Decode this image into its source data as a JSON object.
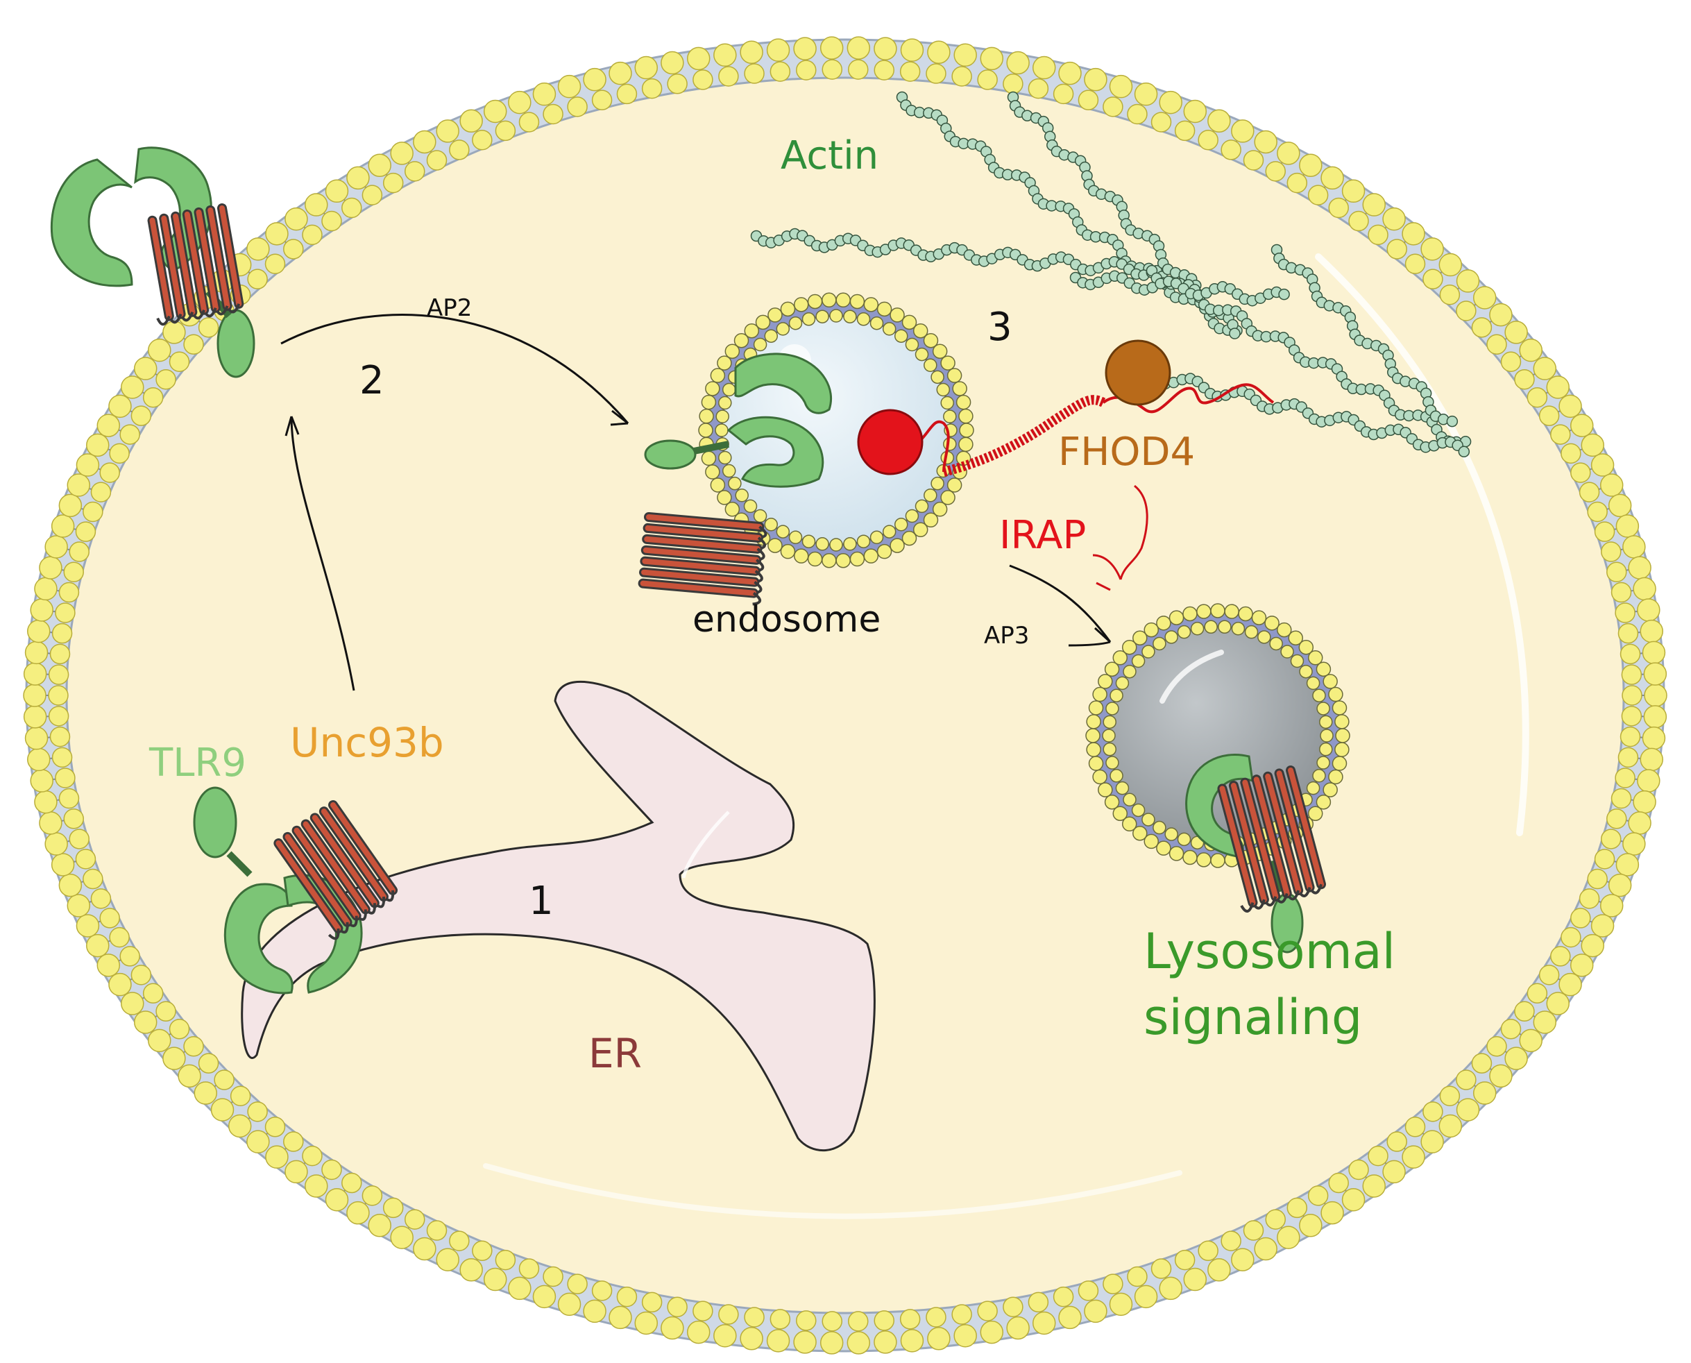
{
  "labels": {
    "actin": "Actin",
    "ap2": "AP2",
    "step2": "2",
    "step3": "3",
    "fhod4": "FHOD4",
    "irap": "IRAP",
    "endosome": "endosome",
    "ap3": "AP3",
    "tlr9": "TLR9",
    "unc93b": "Unc93b",
    "step1": "1",
    "er": "ER",
    "lysosomal_line1": "Lysosomal",
    "lysosomal_line2": "signaling"
  },
  "colors": {
    "cytoplasm": "#fbf2d2",
    "membrane_band": "#cfd9e6",
    "lipid_head": "#f5ef80",
    "lipid_head_stroke": "#b8ad3a",
    "tlr9_green": "#7cc576",
    "unc93b_orange": "#e8a030",
    "unc93b_helix": "#c9533a",
    "er_pink": "#f4e5e6",
    "er_label": "#8b3a3a",
    "endosome_lumen": "#dceaf2",
    "lysosome_lumen": "#9aa1a6",
    "vesicle_ring": "#8f98c8",
    "irap_red": "#e3131b",
    "fhod4_brown": "#b86a1a",
    "actin_bead": "#b7dcc4",
    "lysosomal_green": "#3a9a2a",
    "actin_label_green": "#2f8f3a"
  }
}
